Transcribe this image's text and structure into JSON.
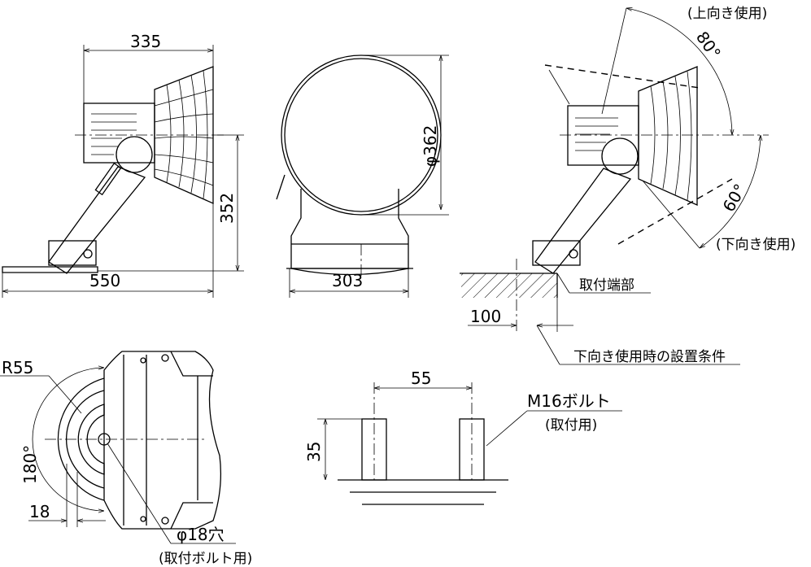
{
  "front_view": {
    "width_label": "335",
    "total_length_label": "550",
    "height_label": "352"
  },
  "circle_view": {
    "diameter_label": "φ362",
    "bracket_width_label": "303"
  },
  "angle_view": {
    "up_use_label": "(上向き使用)",
    "up_angle_label": "80°",
    "down_angle_label": "60°",
    "down_use_label": "(下向き使用)",
    "mount_end_label": "取付端部",
    "clearance_label": "100",
    "condition_label": "下向き使用時の設置条件"
  },
  "bracket_detail": {
    "radius_label": "R55",
    "rotation_label": "180°",
    "offset_label": "18",
    "hole_label": "φ18穴",
    "hole_note": "(取付ボルト用)"
  },
  "bolt_detail": {
    "spacing_label": "55",
    "height_label": "35",
    "bolt_label": "M16ボルト",
    "bolt_note": "(取付用)"
  }
}
